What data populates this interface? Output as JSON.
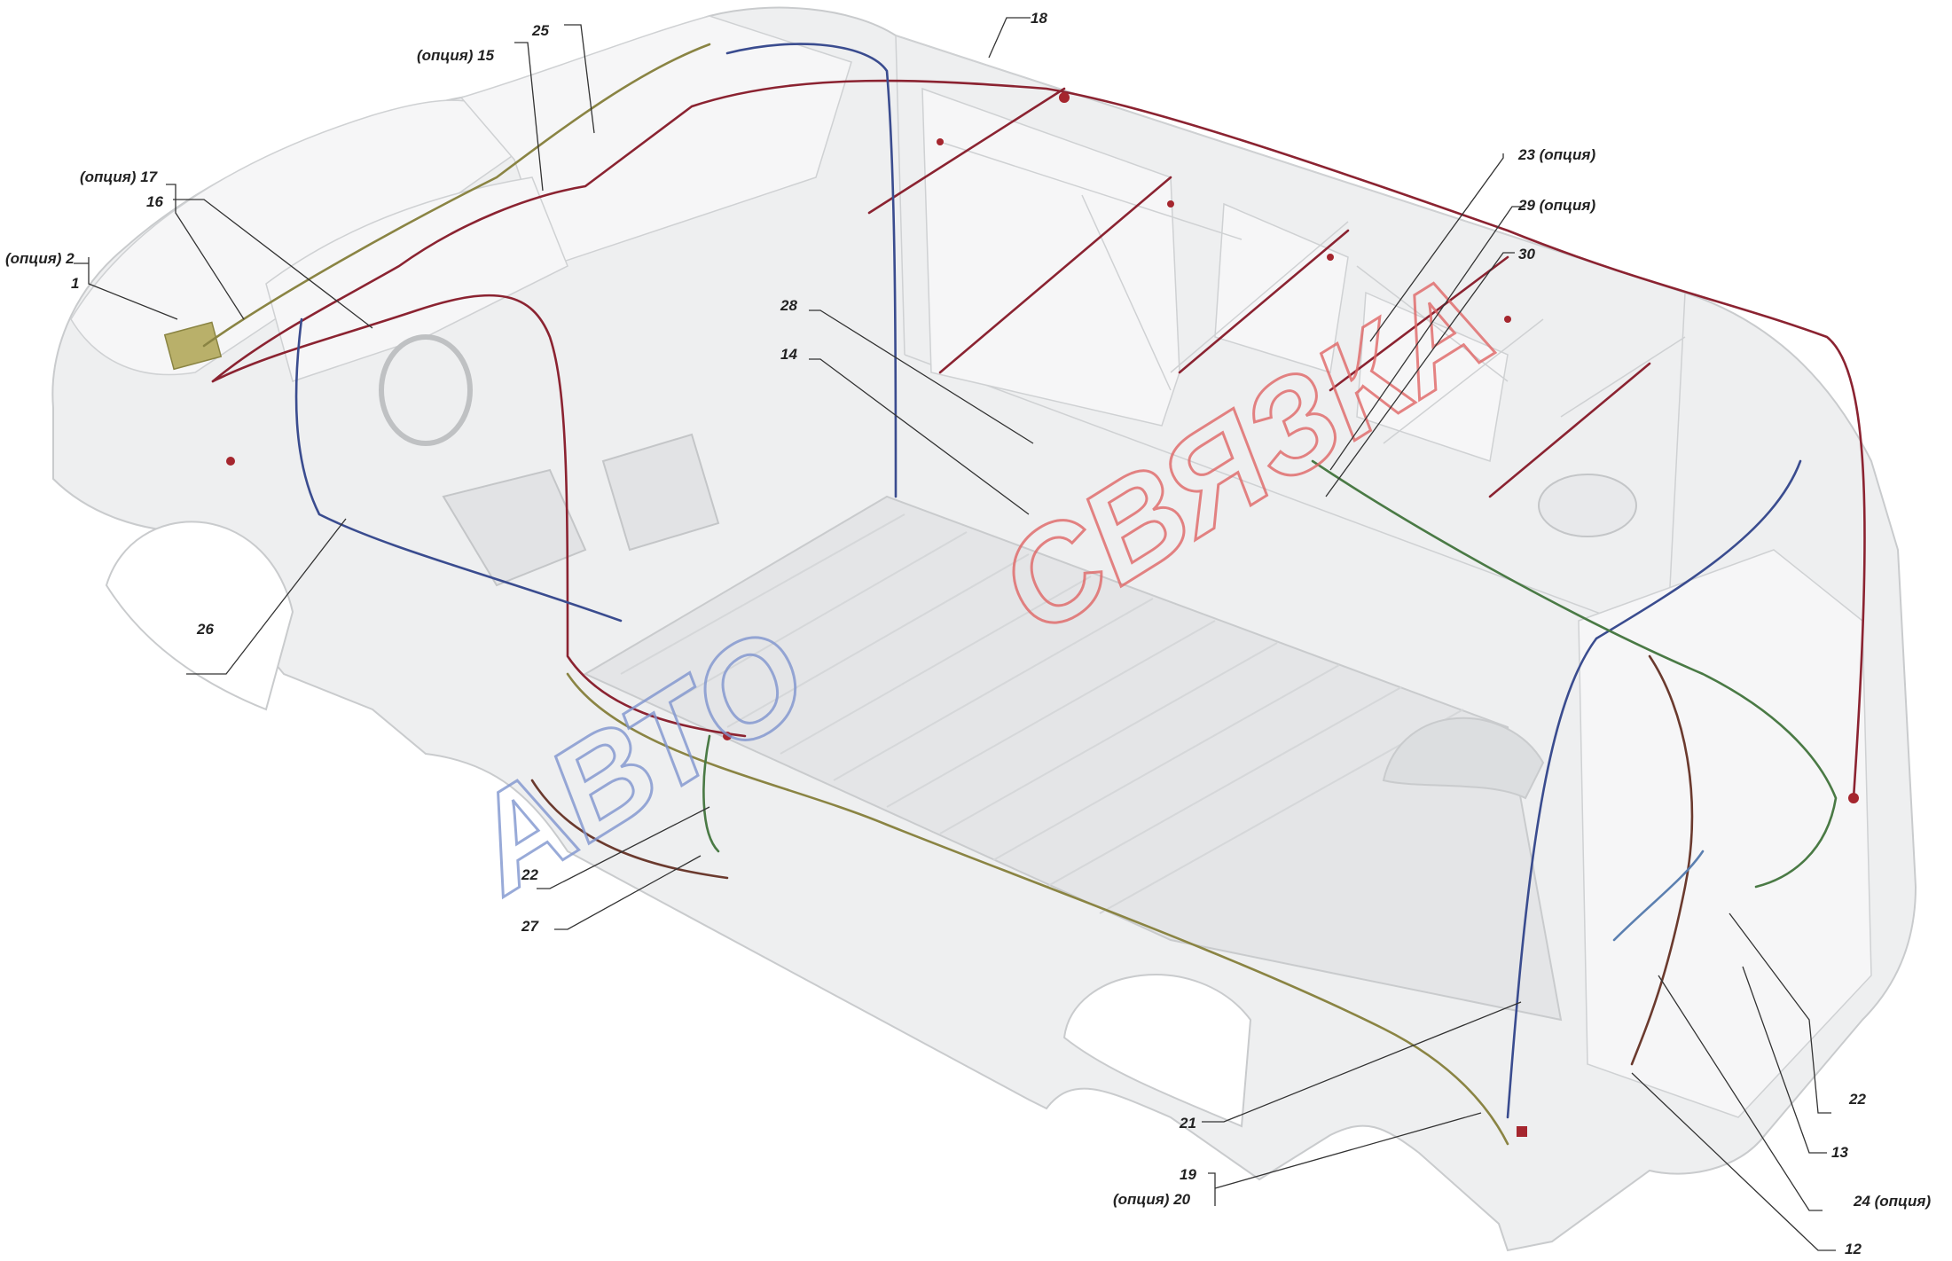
{
  "diagram": {
    "callouts": [
      {
        "id": "c1",
        "label": "1"
      },
      {
        "id": "c2",
        "label": "(опция) 2"
      },
      {
        "id": "c12",
        "label": "12"
      },
      {
        "id": "c13",
        "label": "13"
      },
      {
        "id": "c14",
        "label": "14"
      },
      {
        "id": "c15",
        "label": "(опция) 15"
      },
      {
        "id": "c16",
        "label": "16"
      },
      {
        "id": "c17",
        "label": "(опция) 17"
      },
      {
        "id": "c18",
        "label": "18"
      },
      {
        "id": "c19",
        "label": "19"
      },
      {
        "id": "c20",
        "label": "(опция) 20"
      },
      {
        "id": "c21",
        "label": "21"
      },
      {
        "id": "c22a",
        "label": "22"
      },
      {
        "id": "c22b",
        "label": "22"
      },
      {
        "id": "c23",
        "label": "23 (опция)"
      },
      {
        "id": "c24",
        "label": "24 (опция)"
      },
      {
        "id": "c25",
        "label": "25"
      },
      {
        "id": "c26",
        "label": "26"
      },
      {
        "id": "c27",
        "label": "27"
      },
      {
        "id": "c28",
        "label": "28"
      },
      {
        "id": "c29",
        "label": "29 (опция)"
      },
      {
        "id": "c30",
        "label": "30"
      }
    ],
    "watermark": {
      "text_left": "АВТО",
      "text_right": "СВЯЗКА",
      "color_left": "#7f95cf",
      "color_right": "#e06666"
    },
    "wire_colors": {
      "red": "#8b2331",
      "blue": "#3a4c8f",
      "olive": "#8a8443",
      "green": "#4a7a45",
      "brown": "#6b3a2e"
    }
  }
}
